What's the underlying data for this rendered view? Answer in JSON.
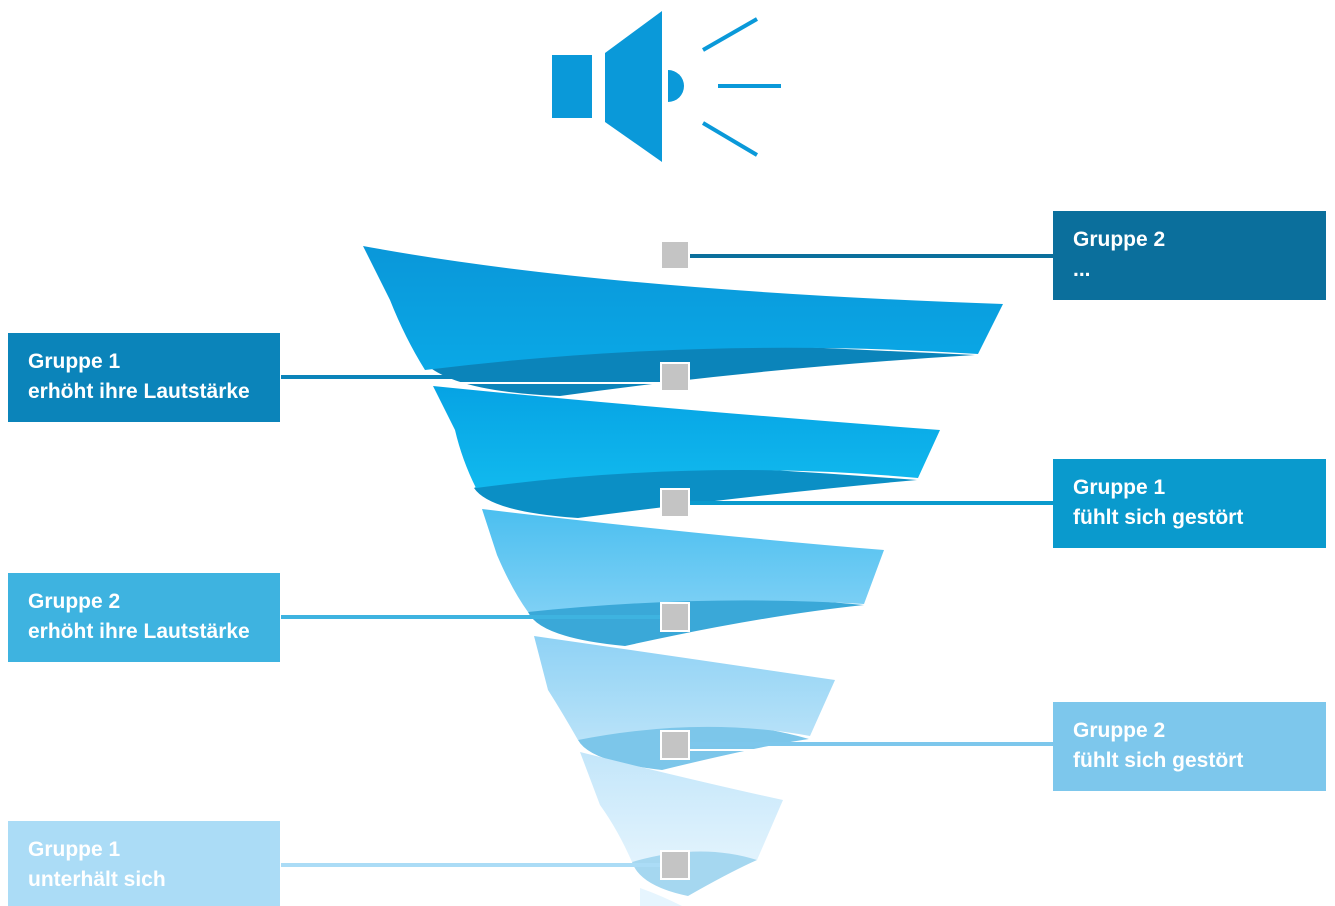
{
  "diagram": {
    "icon": "speaker-icon",
    "labels": [
      {
        "id": "g2-top",
        "line1": "Gruppe 2",
        "line2": "...",
        "color": "#0b6f9c"
      },
      {
        "id": "g1-raise",
        "line1": "Gruppe 1",
        "line2": "erhöht ihre Lautstärke",
        "color": "#0b84ba"
      },
      {
        "id": "g1-disturbed",
        "line1": "Gruppe 1",
        "line2": "fühlt sich gestört",
        "color": "#0a9acd"
      },
      {
        "id": "g2-raise",
        "line1": "Gruppe 2",
        "line2": "erhöht ihre Lautstärke",
        "color": "#3eb3e0"
      },
      {
        "id": "g2-disturbed",
        "line1": "Gruppe 2",
        "line2": "fühlt sich gestört",
        "color": "#7dc7ec"
      },
      {
        "id": "g1-talk",
        "line1": "Gruppe 1",
        "line2": "unterhält sich",
        "color": "#abdcf6"
      }
    ],
    "colors": {
      "speaker": "#0a99d9",
      "marker": "#c4c4c4",
      "spiral_front": [
        "#0aa0e0",
        "#0eb4eb",
        "#5dc6f2",
        "#9ad7f6",
        "#d0ebfb",
        "#e6f5fe"
      ],
      "spiral_back": [
        "#0b84ba",
        "#0b8fc5",
        "#3aa8d8",
        "#7cc6ea",
        "#a5d7f0"
      ]
    }
  }
}
